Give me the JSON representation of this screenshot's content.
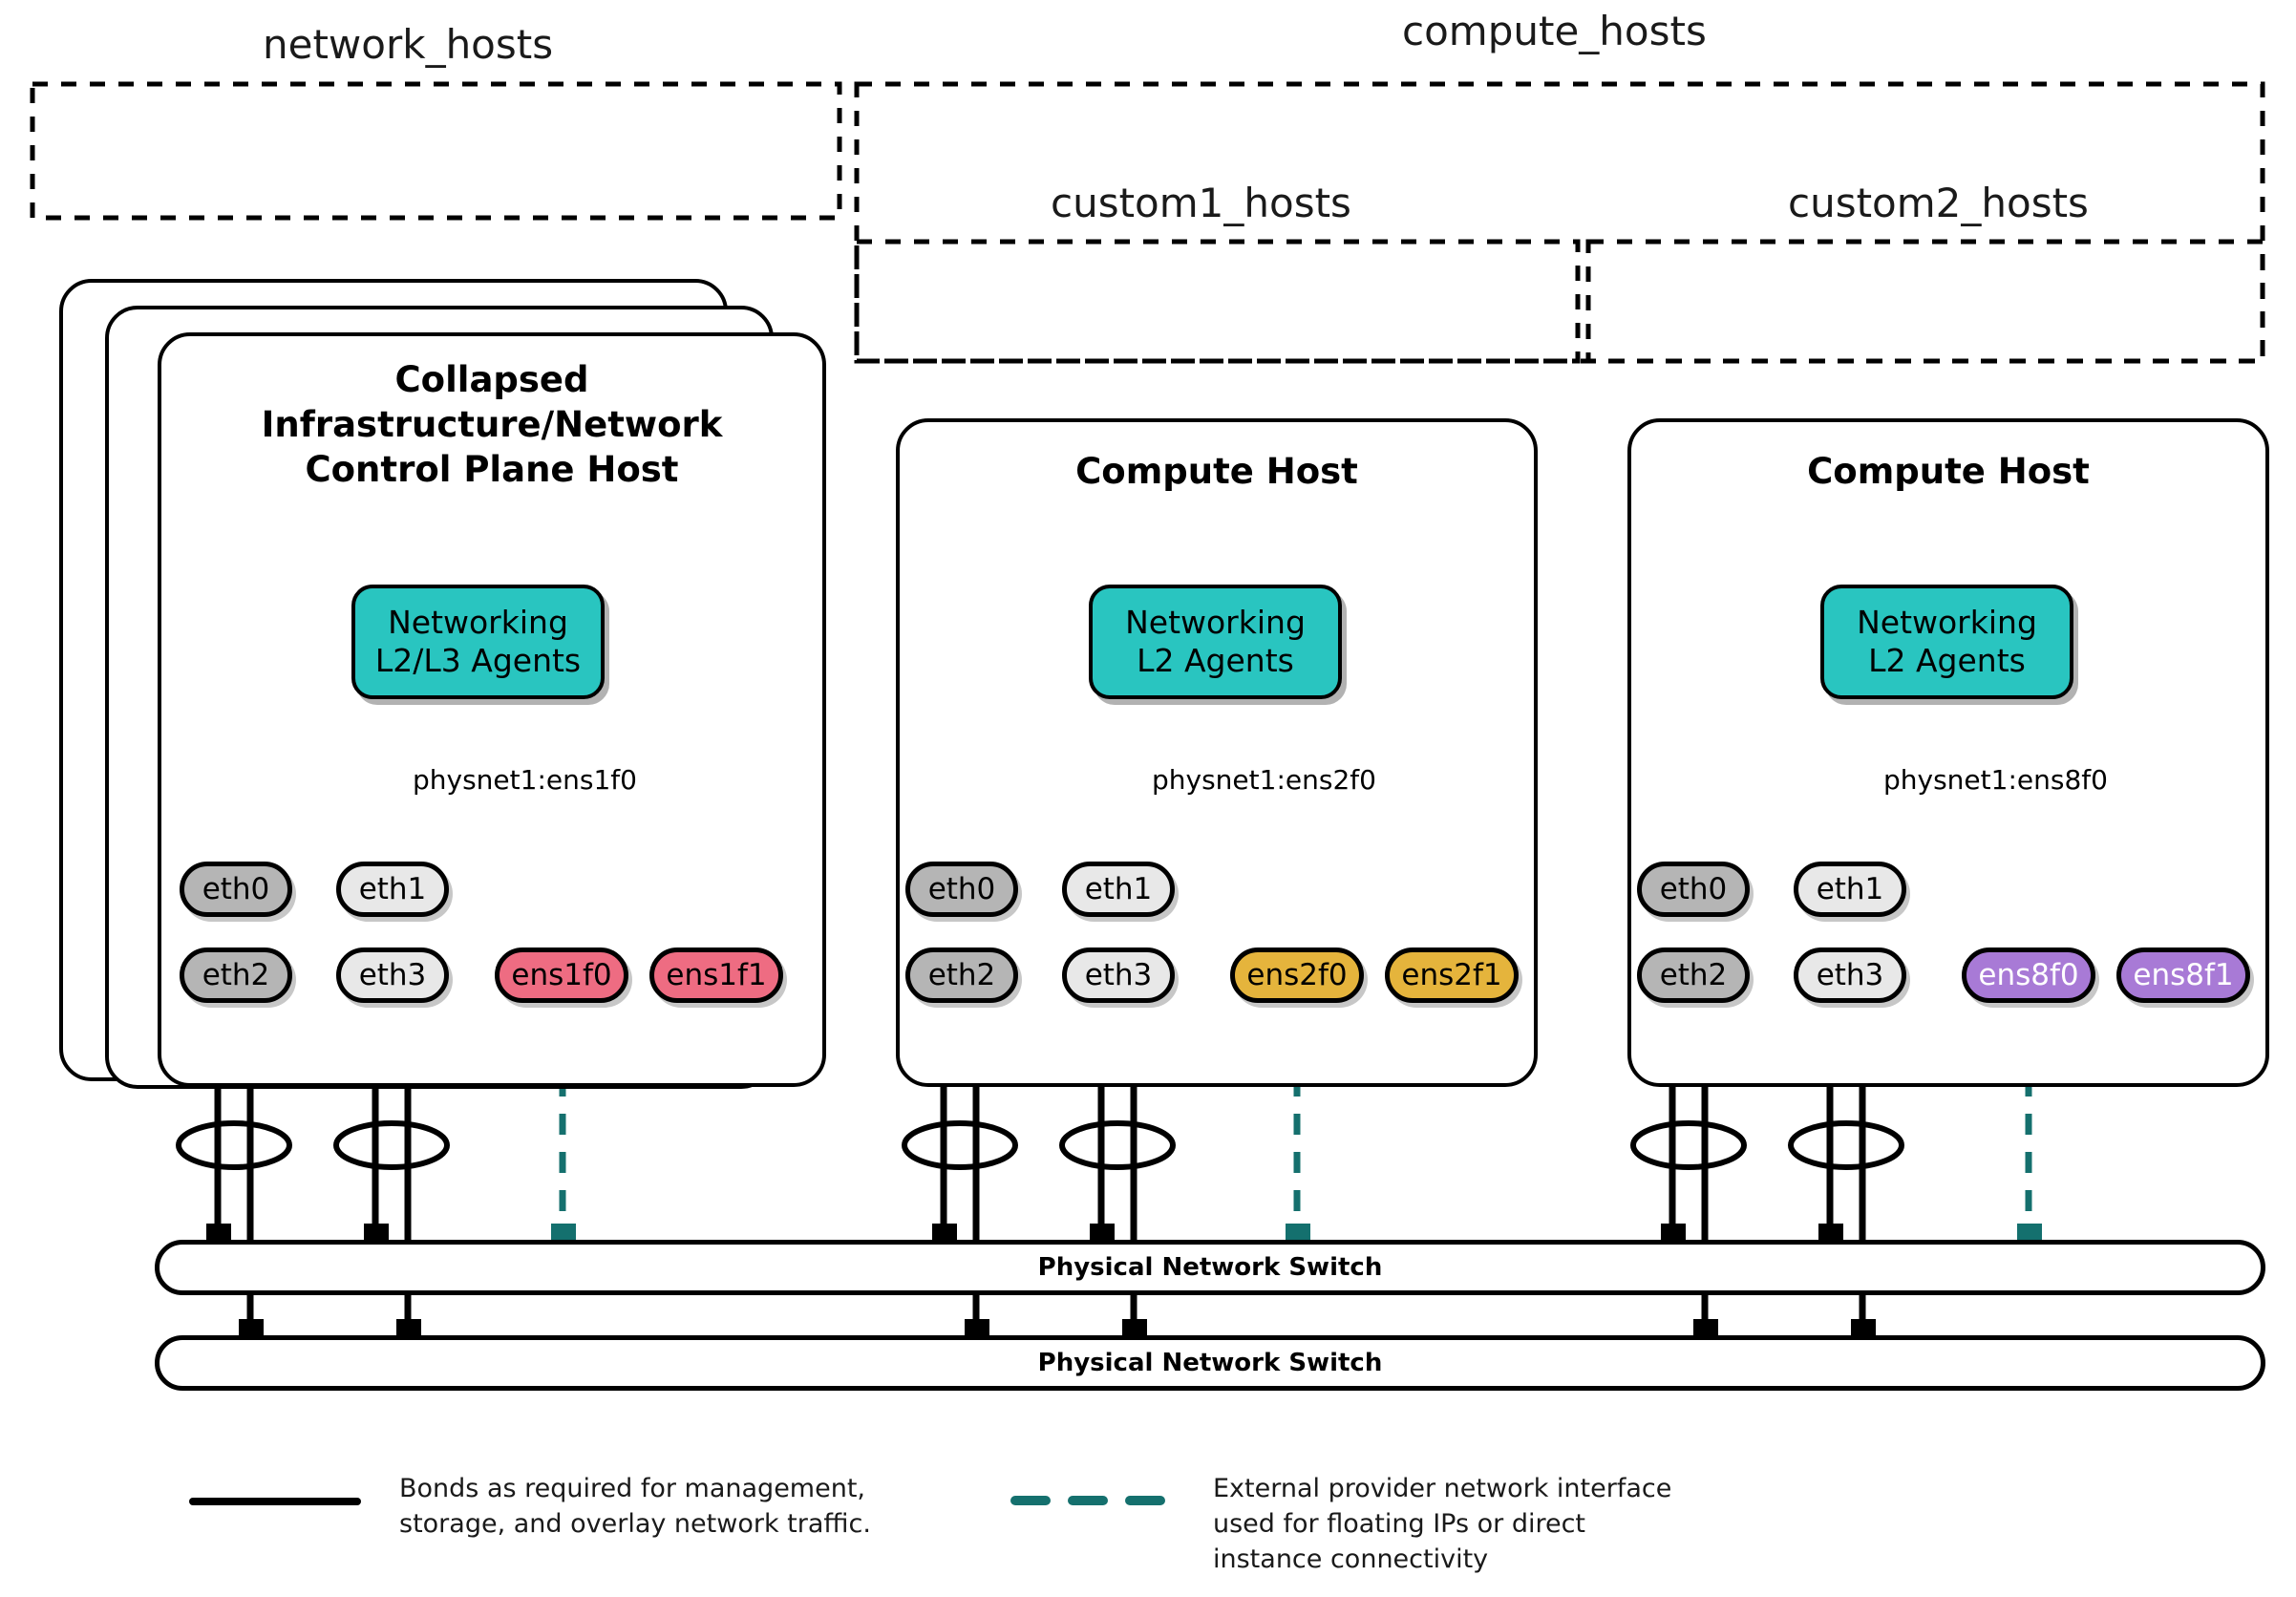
{
  "groups": [
    {
      "id": "network_hosts",
      "label": "network_hosts"
    },
    {
      "id": "compute_hosts",
      "label": "compute_hosts"
    },
    {
      "id": "custom1_hosts",
      "label": "custom1_hosts"
    },
    {
      "id": "custom2_hosts",
      "label": "custom2_hosts"
    }
  ],
  "hosts": [
    {
      "id": "control-plane-host",
      "title": "Collapsed\nInfrastructure/Network\nControl Plane Host",
      "stacked": true,
      "agents_label": "Networking\nL2/L3 Agents",
      "physnet_label": "physnet1:ens1f0",
      "nics": [
        {
          "name": "eth0",
          "label": "eth0",
          "color": "dark"
        },
        {
          "name": "eth1",
          "label": "eth1",
          "color": "light"
        },
        {
          "name": "eth2",
          "label": "eth2",
          "color": "dark"
        },
        {
          "name": "eth3",
          "label": "eth3",
          "color": "light"
        },
        {
          "name": "ens1f0",
          "label": "ens1f0",
          "color": "pink"
        },
        {
          "name": "ens1f1",
          "label": "ens1f1",
          "color": "pink"
        }
      ]
    },
    {
      "id": "compute-host-1",
      "title": "Compute Host",
      "stacked": false,
      "agents_label": "Networking\nL2 Agents",
      "physnet_label": "physnet1:ens2f0",
      "nics": [
        {
          "name": "eth0",
          "label": "eth0",
          "color": "dark"
        },
        {
          "name": "eth1",
          "label": "eth1",
          "color": "light"
        },
        {
          "name": "eth2",
          "label": "eth2",
          "color": "dark"
        },
        {
          "name": "eth3",
          "label": "eth3",
          "color": "light"
        },
        {
          "name": "ens2f0",
          "label": "ens2f0",
          "color": "gold"
        },
        {
          "name": "ens2f1",
          "label": "ens2f1",
          "color": "gold"
        }
      ]
    },
    {
      "id": "compute-host-2",
      "title": "Compute Host",
      "stacked": false,
      "agents_label": "Networking\nL2 Agents",
      "physnet_label": "physnet1:ens8f0",
      "nics": [
        {
          "name": "eth0",
          "label": "eth0",
          "color": "dark"
        },
        {
          "name": "eth1",
          "label": "eth1",
          "color": "light"
        },
        {
          "name": "eth2",
          "label": "eth2",
          "color": "dark"
        },
        {
          "name": "eth3",
          "label": "eth3",
          "color": "light"
        },
        {
          "name": "ens8f0",
          "label": "ens8f0",
          "color": "purple"
        },
        {
          "name": "ens8f1",
          "label": "ens8f1",
          "color": "purple"
        }
      ]
    }
  ],
  "switches": [
    {
      "id": "switch-top",
      "label": "Physical Network Switch"
    },
    {
      "id": "switch-bottom",
      "label": "Physical Network Switch"
    }
  ],
  "legend": [
    {
      "id": "bonds",
      "style": "solid",
      "color": "#000000",
      "text": "Bonds as required for management,\nstorage, and overlay network traffic."
    },
    {
      "id": "external-provider",
      "style": "dashed",
      "color": "#15706e",
      "text": "External provider network interface\nused for floating IPs or direct\ninstance connectivity"
    }
  ],
  "colors": {
    "agent_teal": "#29c5c0",
    "dashed_teal": "#15706e",
    "nic_dark": "#b5b5b5",
    "nic_light": "#e8e8e8",
    "nic_pink": "#ee6c82",
    "nic_gold": "#e5b43c",
    "nic_purple": "#a87ad6",
    "outline": "#000000"
  }
}
